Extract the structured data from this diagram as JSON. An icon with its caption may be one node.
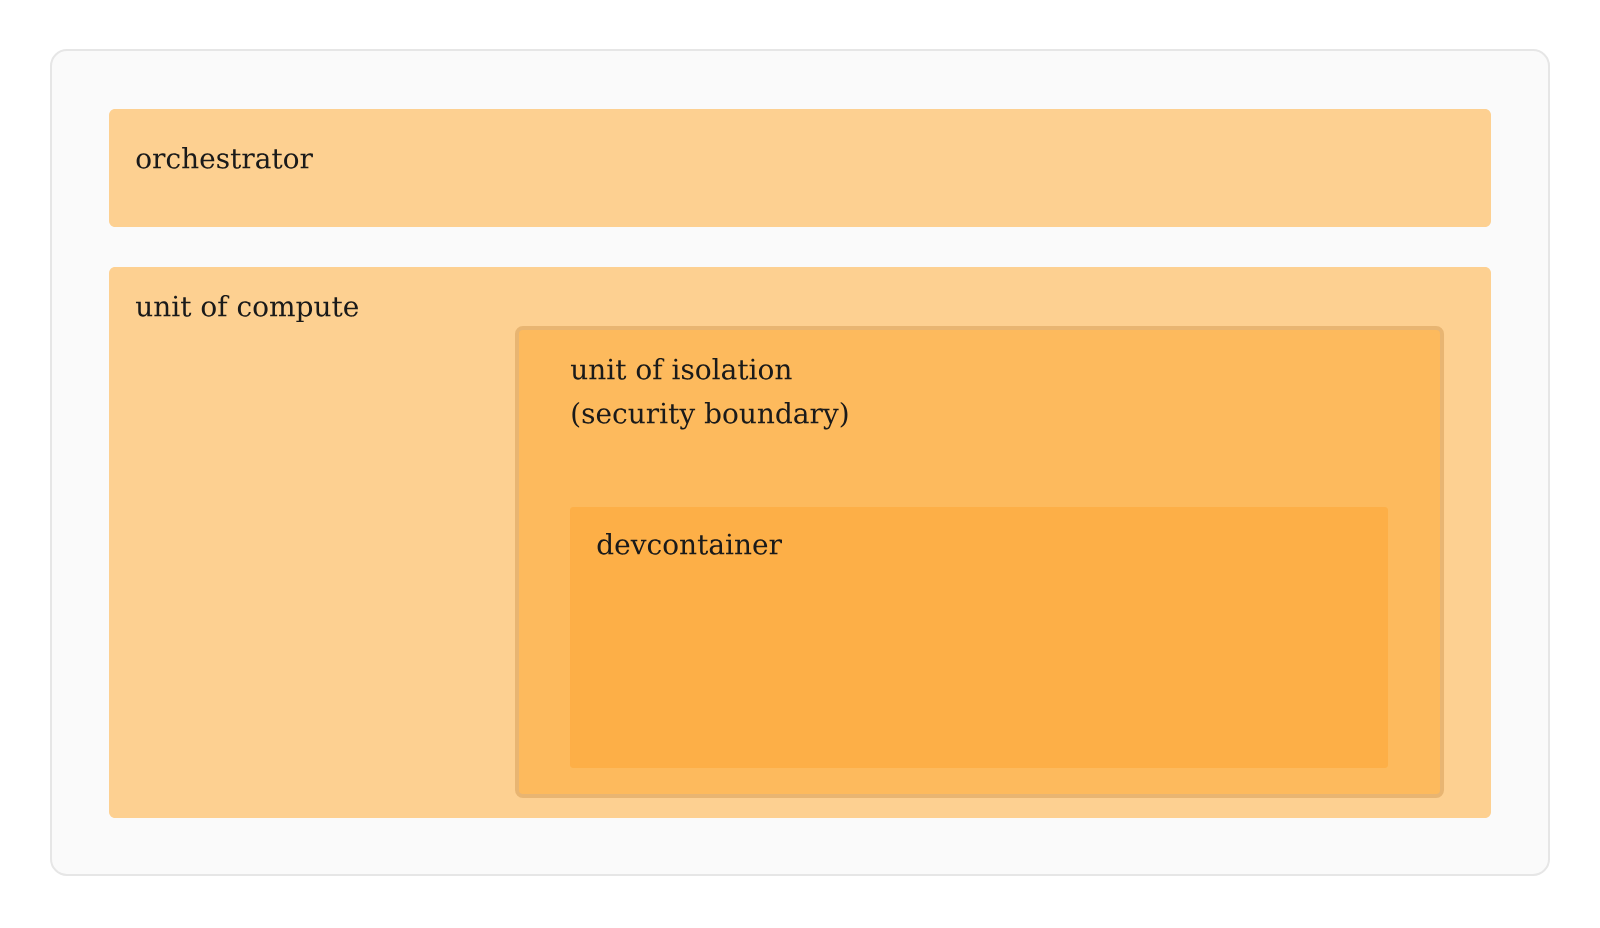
{
  "diagram": {
    "nodes": [
      {
        "text": [],
        "shape": "box"
      },
      {
        "text": [
          "orchestrator"
        ],
        "in": 0
      },
      {
        "text": [
          "unit of compute"
        ],
        "in": 0
      },
      {
        "text": [
          "unit of isolation (security boundary)"
        ],
        "in": 2
      },
      {
        "text": [
          "devcontainer"
        ],
        "in": 3
      }
    ]
  }
}
